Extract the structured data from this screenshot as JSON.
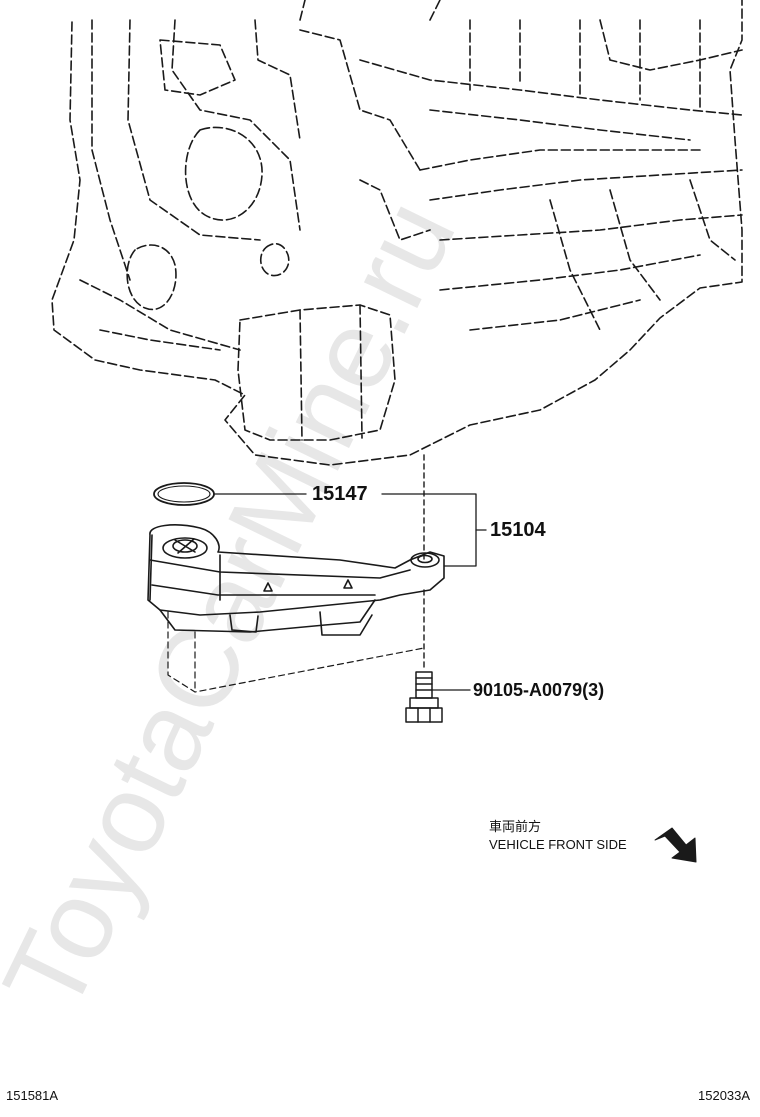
{
  "diagram": {
    "parts": {
      "oring": "15147",
      "strainer": "15104",
      "bolt": "90105-A0079(3)"
    },
    "direction": {
      "jp": "車両前方",
      "en": "VEHICLE FRONT SIDE"
    },
    "codes": {
      "left": "151581A",
      "right": "152033A"
    },
    "watermark": "ToyotaCarMine.ru"
  }
}
